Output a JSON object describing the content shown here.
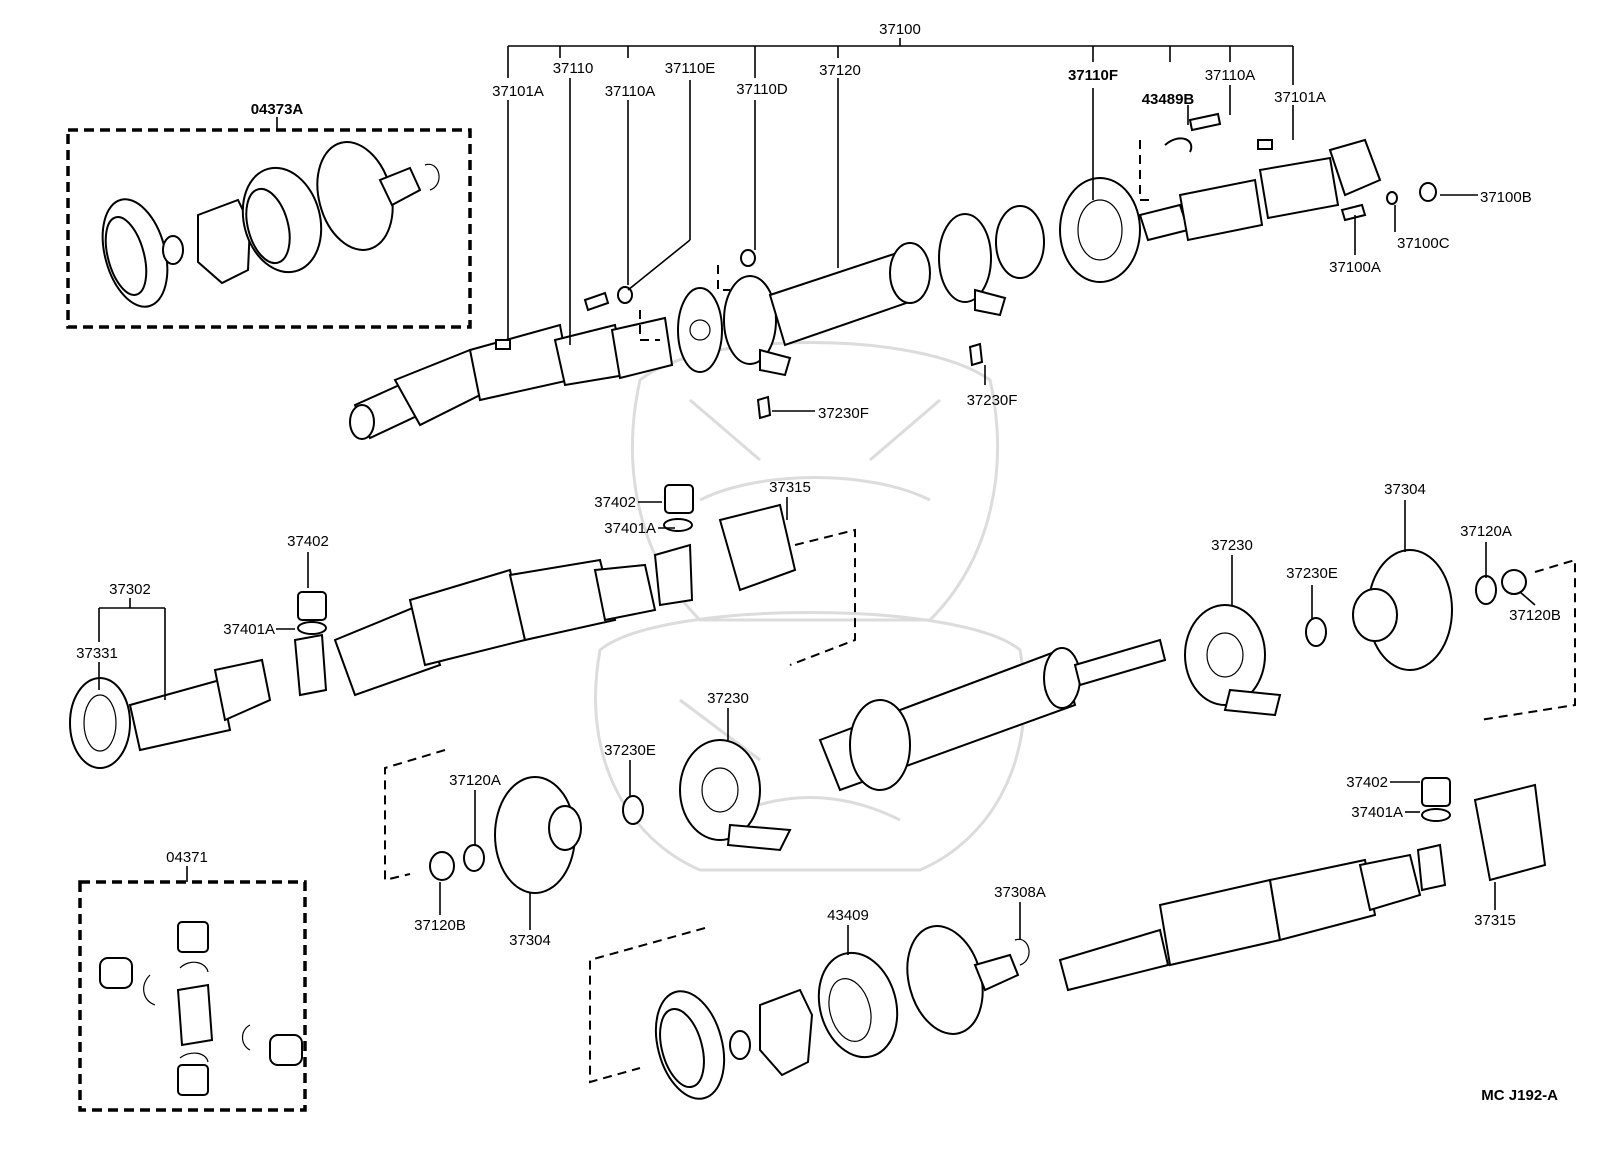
{
  "diagram": {
    "footer_code": "MC J192-A",
    "labels": {
      "l37100": "37100",
      "l37110": "37110",
      "l37110E": "37110E",
      "l37120": "37120",
      "l37101A_1": "37101A",
      "l37110A_1": "37110A",
      "l37110D": "37110D",
      "l37110F": "37110F",
      "l37110A_2": "37110A",
      "l43489B": "43489B",
      "l37101A_2": "37101A",
      "l04373A": "04373A",
      "l37100B": "37100B",
      "l37100C": "37100C",
      "l37100A": "37100A",
      "l37230F_1": "37230F",
      "l37230F_2": "37230F",
      "l37402_1": "37402",
      "l37401A_1": "37401A",
      "l37315_1": "37315",
      "l37304_1": "37304",
      "l37120A_1": "37120A",
      "l37230_1": "37230",
      "l37230E_1": "37230E",
      "l37120B_1": "37120B",
      "l37402_2": "37402",
      "l37302": "37302",
      "l37331": "37331",
      "l37401A_2": "37401A",
      "l37230_2": "37230",
      "l37120A_2": "37120A",
      "l37230E_2": "37230E",
      "l37402_3": "37402",
      "l37401A_3": "37401A",
      "l04371": "04371",
      "l37120B_2": "37120B",
      "l37304_2": "37304",
      "l43409": "43409",
      "l37308A": "37308A",
      "l37315_2": "37315"
    }
  }
}
